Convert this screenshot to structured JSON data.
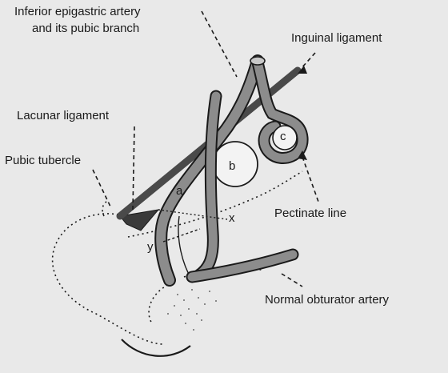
{
  "labels": {
    "inferior_epigastric_line1": "Inferior epigastric artery",
    "inferior_epigastric_line2": "and its pubic branch",
    "inguinal_ligament": "Inguinal ligament",
    "lacunar_ligament": "Lacunar ligament",
    "pubic_tubercle": "Pubic tubercle",
    "pectinate_line": "Pectinate line",
    "normal_obturator_artery": "Normal obturator artery"
  },
  "letters": {
    "a": "a",
    "b": "b",
    "c": "c",
    "x": "x",
    "y": "y"
  },
  "colors": {
    "background": "#e9e9e9",
    "vessel_fill": "#8c8c8c",
    "outline": "#1a1a1a",
    "ligament": "#4a4a4a"
  }
}
